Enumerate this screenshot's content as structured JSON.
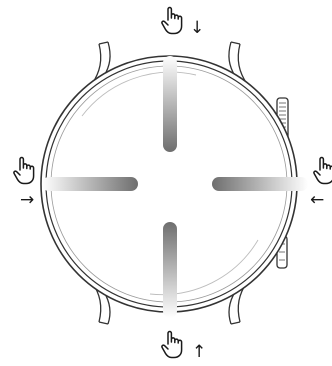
{
  "diagram": {
    "subject": "smartwatch-swipe-gestures",
    "gestures": [
      {
        "id": "swipe-down",
        "from": "top",
        "direction": "down",
        "arrow_glyph": "↓"
      },
      {
        "id": "swipe-up",
        "from": "bottom",
        "direction": "up",
        "arrow_glyph": "↑"
      },
      {
        "id": "swipe-right",
        "from": "left",
        "direction": "right",
        "arrow_glyph": "→"
      },
      {
        "id": "swipe-left",
        "from": "right",
        "direction": "left",
        "arrow_glyph": "←"
      }
    ],
    "icons": [
      "hand-pointer-icon",
      "watch-crown-icon",
      "watch-button-icon"
    ],
    "colors": {
      "line": "#333333",
      "trail_dark": "#6e6e6e",
      "trail_light": "#ffffff"
    }
  }
}
